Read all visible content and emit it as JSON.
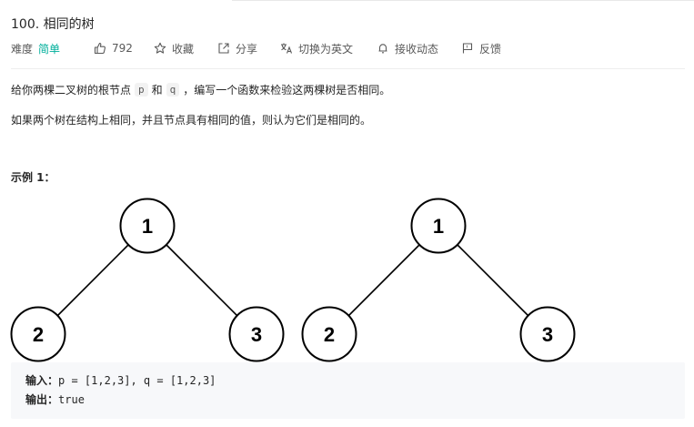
{
  "problem": {
    "title": "100. 相同的树",
    "difficulty_label": "难度",
    "difficulty_value": "简单",
    "likes": "792"
  },
  "actions": [
    {
      "id": "collect",
      "icon": "star-icon",
      "label": "收藏"
    },
    {
      "id": "share",
      "icon": "share-icon",
      "label": "分享"
    },
    {
      "id": "lang",
      "icon": "translate-icon",
      "label": "切换为英文"
    },
    {
      "id": "notify",
      "icon": "bell-icon",
      "label": "接收动态"
    },
    {
      "id": "feedback",
      "icon": "flag-icon",
      "label": "反馈"
    }
  ],
  "description": {
    "p1_before": "给你两棵二叉树的根节点",
    "p1_code1": "p",
    "p1_mid": "和",
    "p1_code2": "q",
    "p1_after": "，编写一个函数来检验这两棵树是否相同。",
    "p2": "如果两个树在结构上相同，并且节点具有相同的值，则认为它们是相同的。"
  },
  "example": {
    "title": "示例 1：",
    "trees": [
      {
        "nodes": [
          {
            "label": "1"
          },
          {
            "label": "2"
          },
          {
            "label": "3"
          }
        ]
      },
      {
        "nodes": [
          {
            "label": "1"
          },
          {
            "label": "2"
          },
          {
            "label": "3"
          }
        ]
      }
    ],
    "input_label": "输入：",
    "input_value": "p = [1,2,3], q = [1,2,3]",
    "output_label": "输出：",
    "output_value": "true"
  },
  "colors": {
    "accent_easy": "#00af9b",
    "text_primary": "#262626",
    "text_secondary": "#595959"
  }
}
